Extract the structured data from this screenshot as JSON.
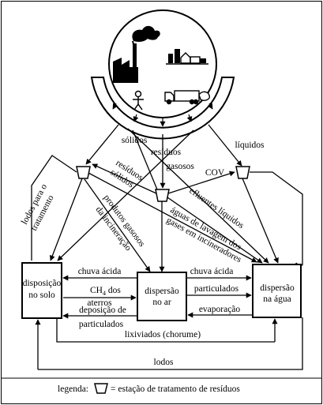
{
  "boxes": {
    "solo": [
      "disposição",
      "no solo"
    ],
    "ar": [
      "dispersão",
      "no ar"
    ],
    "agua": [
      "dispersão",
      "na água"
    ]
  },
  "labels": {
    "solidos_left": "sólidos",
    "residuos": "resíduos",
    "liquidos": "líquidos",
    "gasosos": "gasosos",
    "cov": "COV",
    "residuos_solidos": "resíduos sólidos",
    "efluentes_liquidos": "efluentes líquidos",
    "produtos_gasosos": "produtos gasosos",
    "da_incineracao": "da incineração",
    "aguas_lavagem": "águas de lavagem dos",
    "gases_incineradores": "gases em incineradores",
    "lodos_tratamento_1": "lodos para o",
    "lodos_tratamento_2": "tratamento",
    "chuva_acida_left": "chuva ácida",
    "ch4_dos_main": "CH",
    "ch4_sub": "4",
    "ch4_dos_rest": " dos",
    "aterros": "aterros",
    "deposicao_de": "deposição de",
    "particulados_left": "particulados",
    "chuva_acida_right": "chuva ácida",
    "particulados_right": "particulados",
    "evaporacao": "evaporação",
    "lixiviados": "lixiviados (chorume)",
    "lodos_bottom": "lodos"
  },
  "legend": {
    "prefix": "legenda:",
    "suffix": "= estação de tratamento de resíduos"
  }
}
